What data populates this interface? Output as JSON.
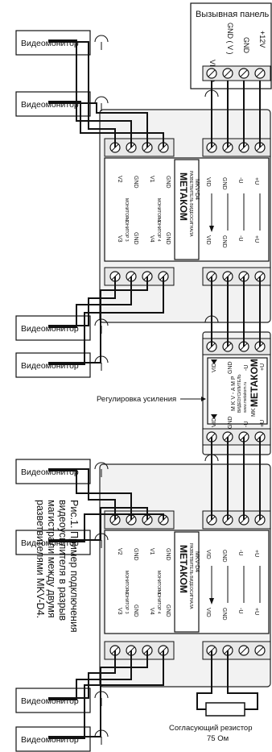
{
  "panel": {
    "title": "Вызывная панель",
    "terminals": [
      "VIDEO",
      "GND ( V )",
      "GND",
      "+12V"
    ]
  },
  "monitor_label": "Видеомонитор",
  "splitter": {
    "brand": "МЕТАКОМ",
    "subtitle": "РАЗВЕТВИТЕЛЬ ВИДЕОСИГНАЛА",
    "model": "MKV-D4",
    "main_labels": [
      "VID",
      "GND",
      "-U",
      "+U"
    ],
    "out_labels": [
      "VID",
      "GND",
      "-U",
      "+U"
    ],
    "monitor_group1": [
      "V2",
      "GND",
      "V1",
      "GND"
    ],
    "monitor_group2": [
      "V3",
      "GND",
      "V4",
      "GND"
    ],
    "monitor_tags": [
      "МОНИТОР 2",
      "МОНИТОР 1",
      "МОНИТОР 3",
      "МОНИТОР 4"
    ]
  },
  "amplifier": {
    "logo": "MK",
    "brand": "МЕТАКОМ",
    "url": "www.metakom.ru",
    "subtitle": "ВИДЕОУСИЛИТЕЛЬ",
    "model": "M K V - A M P",
    "labels": [
      "+U",
      "-U",
      "GND",
      "VID"
    ]
  },
  "gain_label": "Регулировка усиления",
  "caption": [
    "Рис.1.  Пример подключения",
    "видеоусилителя в разрыв",
    "магистрали между двумя",
    "разветвителями MKV-D4."
  ],
  "resistor": {
    "label": "Согласующий резистор",
    "value": "75 Ом"
  }
}
